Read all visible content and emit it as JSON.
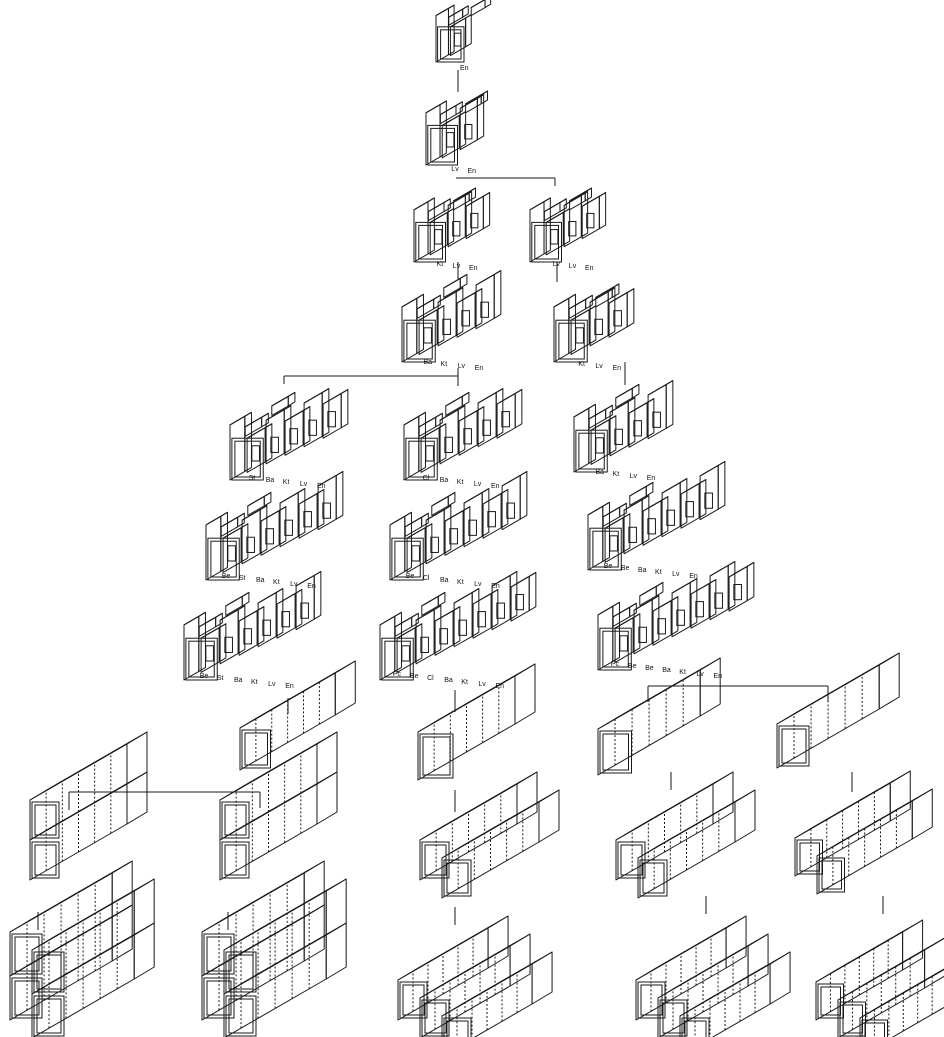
{
  "diagram": {
    "row1": {
      "labels": [
        "En"
      ]
    },
    "row2": {
      "labels": [
        "Lv",
        "En"
      ]
    },
    "row3a": {
      "labels": [
        "Kt",
        "Lv",
        "En"
      ]
    },
    "row3b": {
      "labels": [
        "Lv",
        "Lv",
        "En"
      ]
    },
    "row4a": {
      "labels": [
        "Ba",
        "Kt",
        "Lv",
        "En"
      ]
    },
    "row4b": {
      "labels": [
        "Kt",
        "Lv",
        "En"
      ]
    },
    "col1_1": {
      "labels": [
        "St",
        "Ba",
        "Kt",
        "Lv",
        "En"
      ]
    },
    "col1_2": {
      "labels": [
        "Be",
        "St",
        "Ba",
        "Kt",
        "Lv",
        "En"
      ]
    },
    "col1_3": {
      "labels": [
        "Be",
        "St",
        "Ba",
        "Kt",
        "Lv",
        "En"
      ]
    },
    "col2_1": {
      "labels": [
        "Cl",
        "Ba",
        "Kt",
        "Lv",
        "En"
      ]
    },
    "col2_2": {
      "labels": [
        "Be",
        "Cl",
        "Ba",
        "Kt",
        "Lv",
        "En"
      ]
    },
    "col2_3": {
      "labels": [
        "Pc",
        "Be",
        "Cl",
        "Ba",
        "Kt",
        "Lv",
        "En"
      ]
    },
    "col3_1": {
      "labels": [
        "Ba",
        "Kt",
        "Lv",
        "En"
      ]
    },
    "col3_2": {
      "labels": [
        "Be",
        "Be",
        "Ba",
        "Kt",
        "Lv",
        "En"
      ]
    },
    "col3_3": {
      "labels": [
        "Pc",
        "Be",
        "Be",
        "Ba",
        "Kt",
        "Lv",
        "En"
      ]
    }
  }
}
